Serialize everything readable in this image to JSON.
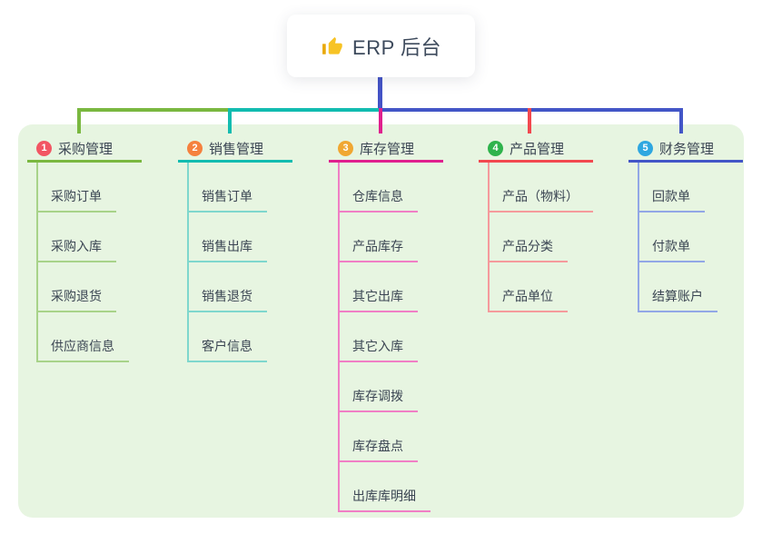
{
  "root": {
    "title": "ERP 后台",
    "icon": "thumbs-up-icon",
    "icon_color": "#f7c325",
    "connector_color": "#4453c6"
  },
  "panel": {
    "background": "#e7f5e1"
  },
  "branches": [
    {
      "num": "1",
      "label": "采购管理",
      "badge_color": "#f25663",
      "line_color": "#7ab840",
      "child_line_color": "#a8d389",
      "children": [
        "采购订单",
        "采购入库",
        "采购退货",
        "供应商信息"
      ]
    },
    {
      "num": "2",
      "label": "销售管理",
      "badge_color": "#f5813e",
      "line_color": "#12bcb0",
      "child_line_color": "#7fd7cd",
      "children": [
        "销售订单",
        "销售出库",
        "销售退货",
        "客户信息"
      ]
    },
    {
      "num": "3",
      "label": "库存管理",
      "badge_color": "#f0a732",
      "line_color": "#e01f8e",
      "child_line_color": "#f07fc5",
      "children": [
        "仓库信息",
        "产品库存",
        "其它出库",
        "其它入库",
        "库存调拨",
        "库存盘点",
        "出库库明细"
      ]
    },
    {
      "num": "4",
      "label": "产品管理",
      "badge_color": "#2fb34c",
      "line_color": "#f2484f",
      "child_line_color": "#f59a9c",
      "children": [
        "产品（物料）",
        "产品分类",
        "产品单位"
      ]
    },
    {
      "num": "5",
      "label": "财务管理",
      "badge_color": "#2fa7e0",
      "line_color": "#4356c7",
      "child_line_color": "#92a7e6",
      "children": [
        "回款单",
        "付款单",
        "结算账户"
      ]
    }
  ]
}
